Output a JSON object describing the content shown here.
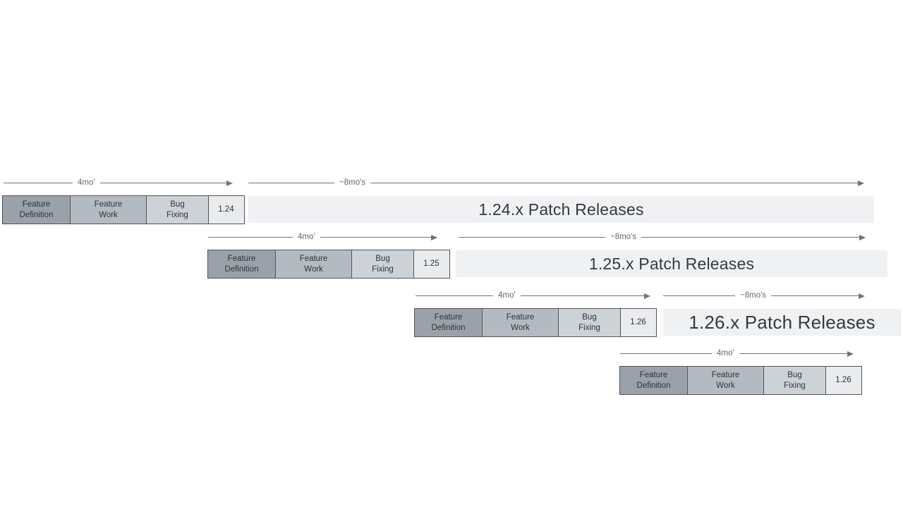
{
  "colors": {
    "feature_definition": "#9aa1a9",
    "feature_work": "#b4bac1",
    "bug_fixing": "#cdd2d6",
    "version_box": "#e9ebed",
    "patch_band": "#f0f1f3",
    "box_border": "#50555b",
    "box_text": "#2e343b",
    "arrow_line": "#6e747b",
    "arrow_label_text": "#5f666e",
    "band_text": "#333a42"
  },
  "rows": [
    {
      "version": "1.24",
      "dev_arrow_label": "4mo'",
      "patch_arrow_label": "~8mo's",
      "patch_band_label": "1.24.x Patch Releases",
      "phases": [
        {
          "line1": "Feature",
          "line2": "Definition"
        },
        {
          "line1": "Feature",
          "line2": "Work"
        },
        {
          "line1": "Bug",
          "line2": "Fixing"
        }
      ]
    },
    {
      "version": "1.25",
      "dev_arrow_label": "4mo'",
      "patch_arrow_label": "~8mo's",
      "patch_band_label": "1.25.x Patch Releases",
      "phases": [
        {
          "line1": "Feature",
          "line2": "Definition"
        },
        {
          "line1": "Feature",
          "line2": "Work"
        },
        {
          "line1": "Bug",
          "line2": "Fixing"
        }
      ]
    },
    {
      "version": "1.26",
      "dev_arrow_label": "4mo'",
      "patch_arrow_label": "~8mo's",
      "patch_band_label": "1.26.x Patch Releases",
      "phases": [
        {
          "line1": "Feature",
          "line2": "Definition"
        },
        {
          "line1": "Feature",
          "line2": "Work"
        },
        {
          "line1": "Bug",
          "line2": "Fixing"
        }
      ]
    },
    {
      "version": "1.26",
      "dev_arrow_label": "4mo'",
      "phases": [
        {
          "line1": "Feature",
          "line2": "Definition"
        },
        {
          "line1": "Feature",
          "line2": "Work"
        },
        {
          "line1": "Bug",
          "line2": "Fixing"
        }
      ]
    }
  ]
}
